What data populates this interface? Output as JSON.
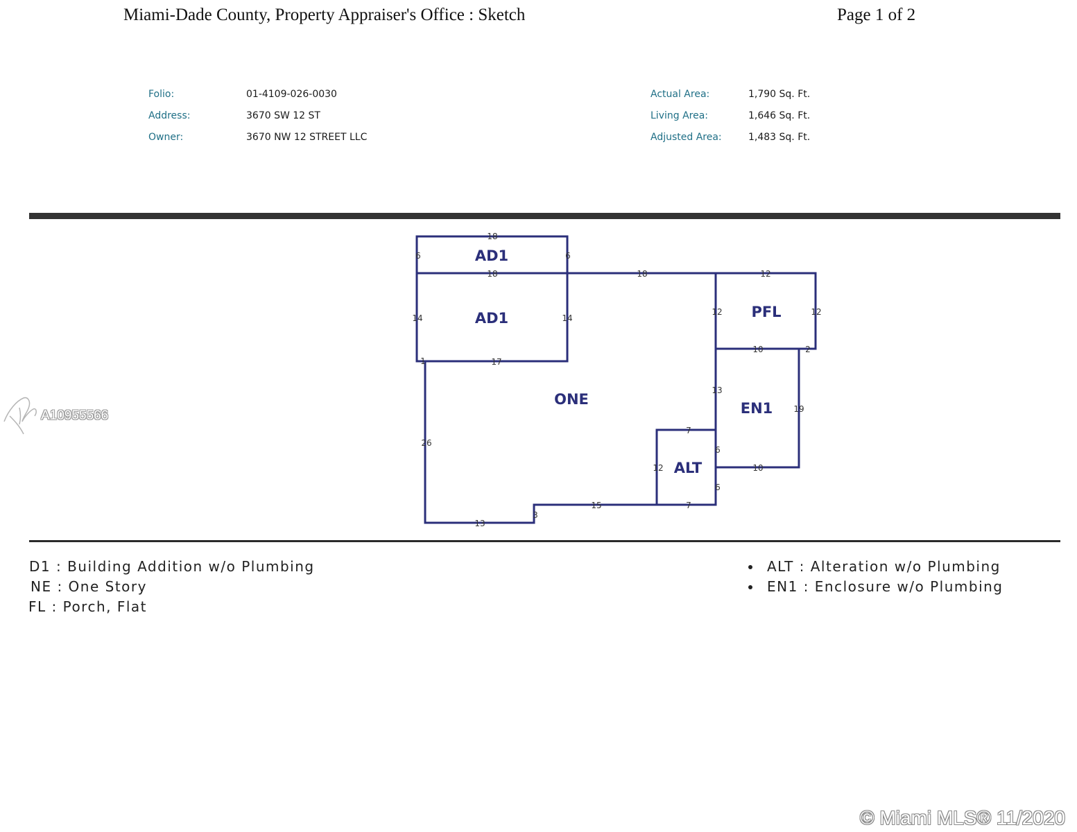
{
  "header": {
    "title": "Miami-Dade County, Property Appraiser's Office : Sketch",
    "page": "Page 1 of 2"
  },
  "info_left": [
    {
      "label": "Folio:",
      "value": "01-4109-026-0030"
    },
    {
      "label": "Address:",
      "value": "3670 SW 12 ST"
    },
    {
      "label": "Owner:",
      "value": "3670 NW 12 STREET LLC"
    }
  ],
  "info_right": [
    {
      "label": "Actual Area:",
      "value": "1,790 Sq. Ft."
    },
    {
      "label": "Living Area:",
      "value": "1,646 Sq. Ft."
    },
    {
      "label": "Adjusted Area:",
      "value": "1,483 Sq. Ft."
    }
  ],
  "sketch": {
    "line_color": "#2b2f7a",
    "area_labels": [
      "AD1",
      "AD1",
      "ONE",
      "PFL",
      "EN1",
      "ALT"
    ],
    "dimensions": [
      "18",
      "6",
      "6",
      "18",
      "18",
      "12",
      "14",
      "14",
      "12",
      "12",
      "10",
      "2",
      "1",
      "17",
      "13",
      "19",
      "26",
      "7",
      "6",
      "12",
      "10",
      "6",
      "15",
      "7",
      "3",
      "13"
    ]
  },
  "legend_left": [
    "D1 : Building Addition w/o Plumbing",
    "NE : One Story",
    "FL : Porch, Flat"
  ],
  "legend_right": [
    "ALT : Alteration w/o Plumbing",
    "EN1 : Enclosure w/o Plumbing"
  ],
  "watermark": {
    "listing_id": "A10955566",
    "copyright": "© Miami MLS® 11/2020"
  }
}
